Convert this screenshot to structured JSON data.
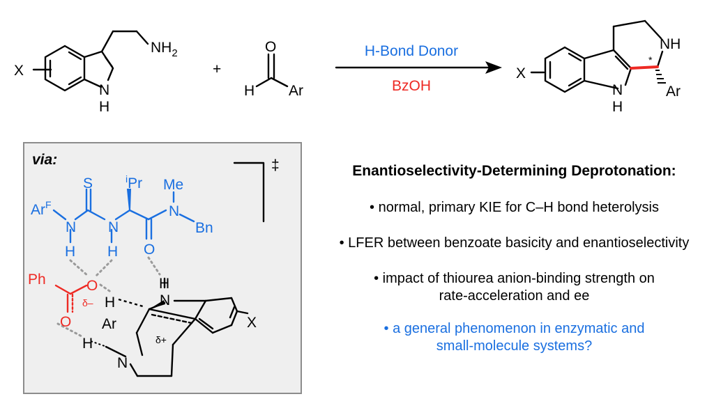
{
  "reaction": {
    "reagent_top": "H-Bond Donor",
    "reagent_bottom": "BzOH",
    "plus": "+",
    "colors": {
      "blue": "#1a6fe0",
      "red": "#ee2a24",
      "box_fill": "#efefef",
      "box_border": "#8c8c8c"
    }
  },
  "tryptamine": {
    "x": "X",
    "nh2": "NH",
    "nh2_sub": "2",
    "nh": "N",
    "h": "H"
  },
  "aldehyde": {
    "o": "O",
    "h": "H",
    "ar": "Ar"
  },
  "product": {
    "x": "X",
    "nh": "NH",
    "star": "*",
    "n": "N",
    "h": "H",
    "ar": "Ar"
  },
  "ts": {
    "via": "via:",
    "dagger": "‡",
    "s": "S",
    "ipr_sup": "i",
    "ipr": "Pr",
    "me": "Me",
    "ar_f": "Ar",
    "ar_f_sup": "F",
    "n1": "N",
    "n2": "N",
    "n3": "N",
    "bn": "Bn",
    "h1": "H",
    "h2": "H",
    "o_amide": "O",
    "ph": "Ph",
    "o_minus": "O",
    "delta_minus": "δ–",
    "o_carbonyl": "O",
    "h_ind": "H",
    "n_ind": "N",
    "h_c": "H",
    "ar": "Ar",
    "h_n": "H",
    "n_ring": "N",
    "delta_plus": "δ+",
    "x": "X"
  },
  "findings": {
    "heading": "Enantioselectivity-Determining Deprotonation:",
    "points": [
      "• normal, primary KIE for C–H bond heterolysis",
      "• LFER between benzoate basicity and enantioselectivity",
      "• impact of thiourea anion-binding strength on",
      "rate-acceleration and ee",
      "• a general phenomenon in enzymatic and",
      "small-molecule systems?"
    ]
  }
}
